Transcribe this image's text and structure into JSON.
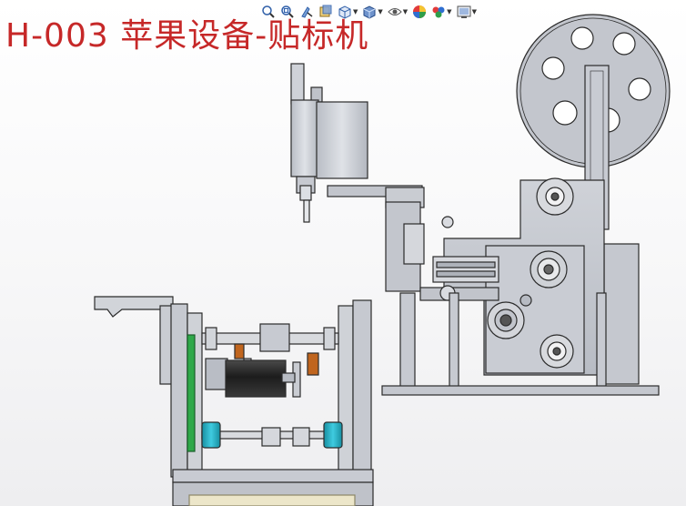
{
  "title": "H-003 苹果设备-贴标机",
  "toolbar": {
    "items": [
      {
        "name": "zoom-to-fit"
      },
      {
        "name": "zoom-to-area"
      },
      {
        "name": "previous-view"
      },
      {
        "name": "section-view"
      },
      {
        "name": "view-orientation",
        "dropdown": true
      },
      {
        "name": "display-style",
        "dropdown": true
      },
      {
        "name": "hide-show-items",
        "dropdown": true
      },
      {
        "name": "edit-appearance"
      },
      {
        "name": "apply-scene",
        "dropdown": true
      },
      {
        "name": "view-settings",
        "dropdown": true
      }
    ]
  },
  "colors": {
    "title": "#c62828",
    "steel": "#c9ccd3",
    "steel_dark": "#9ea2aa",
    "edge": "#2b2b2b",
    "motor": "#2a2a2a",
    "bearing_teal": "#23b0c4",
    "bushing_orange": "#c0651e",
    "green_belt": "#2fa84a",
    "base_cream": "#ece6c9"
  }
}
